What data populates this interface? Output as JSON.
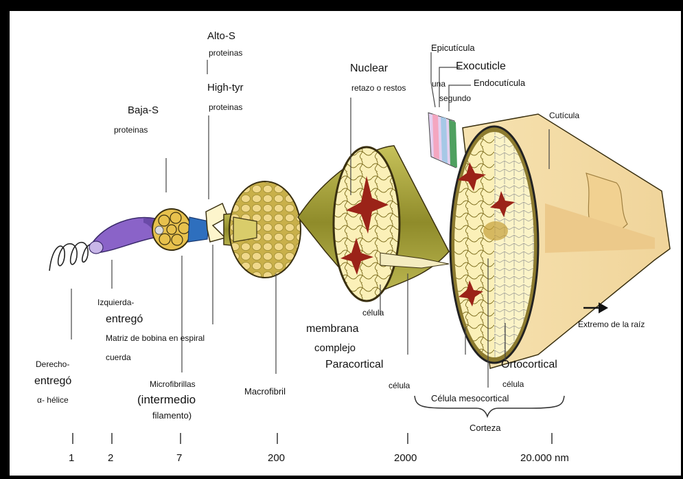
{
  "labels": {
    "derecho_1": "Derecho-",
    "derecho_2": "entregó",
    "derecho_3": "α- hélice",
    "izq_1": "Izquierda-",
    "izq_2": "entregó",
    "izq_3": "Matriz de bobina en espiral",
    "izq_4": "cuerda",
    "baja_s": "Baja-S",
    "baja_s_prot": "proteinas",
    "alto_s": "Alto-S",
    "alto_s_prot": "proteinas",
    "high_tyr": "High-tyr",
    "high_tyr_prot": "proteinas",
    "microfib_1": "Microfibrillas",
    "microfib_2": "(intermedio",
    "microfib_3": "filamento)",
    "macrofibril": "Macrofibril",
    "nuclear": "Nuclear",
    "nuclear_sub": "retazo o restos",
    "membrana_1": "célula",
    "membrana_2": "membrana",
    "membrana_3": "complejo",
    "paracortical": "Paracortical",
    "paracortical_cell": "célula",
    "epicuticula": "Epicutícula",
    "exocuticle": "Exocuticle",
    "endocuticula": "Endocutícula",
    "una": "una",
    "segundo": "segundo",
    "cuticula": "Cutícula",
    "extremo": "Extremo de la raíz",
    "ortocortical": "Ortocortical",
    "ortocortical_cell": "célula",
    "mesocortical": "Célula mesocortical",
    "corteza": "Corteza"
  },
  "scale": {
    "ticks": [
      "1",
      "2",
      "7",
      "200",
      "2000",
      "20.000 nm"
    ]
  },
  "colors": {
    "background": "#ffffff",
    "border": "#000000",
    "cell_fill": "#f7e8a6",
    "fibril_fill": "#e9c34a",
    "shaft": "#a7a43a",
    "nucleus": "#9b2318",
    "cuticle": "#f3dca4",
    "coil_purple": "#8a63c8",
    "blue_band": "#2e6fbe"
  }
}
